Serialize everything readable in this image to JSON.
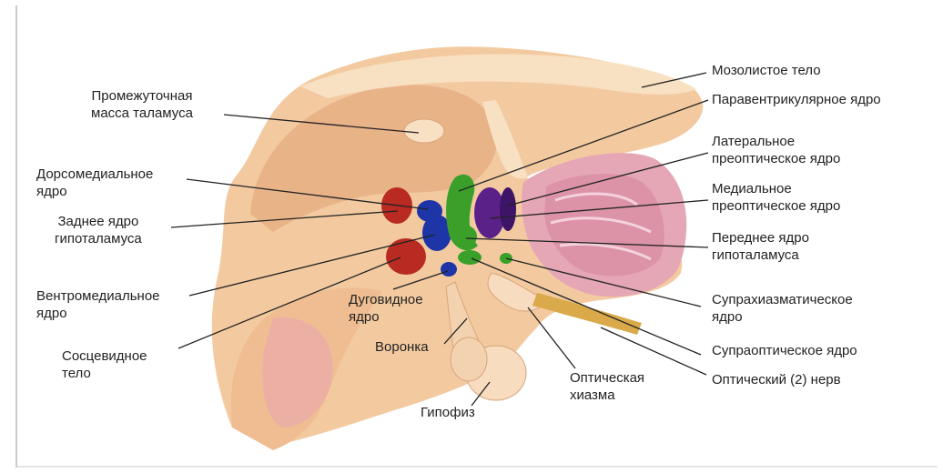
{
  "labels": {
    "interthalamic": [
      "Промежуточная",
      "масса таламуса"
    ],
    "dorsomedial": [
      "Дорсомедиальное",
      "ядро"
    ],
    "posterior": [
      "Заднее ядро",
      "гипоталамуса"
    ],
    "ventromedial": [
      "Вентромедиальное",
      "ядро"
    ],
    "mammillary": [
      "Сосцевидное",
      "тело"
    ],
    "arcuate": [
      "Дуговидное",
      "ядро"
    ],
    "infundibulum": [
      "Воронка"
    ],
    "pituitary": [
      "Гипофиз"
    ],
    "chiasm": [
      "Оптическая",
      "хиазма"
    ],
    "corpus_callosum": [
      "Мозолистое тело"
    ],
    "paraventricular": [
      "Паравентрикулярное ядро"
    ],
    "lateral_preoptic": [
      "Латеральное",
      "преоптическое ядро"
    ],
    "medial_preoptic": [
      "Медиальное",
      "преоптическое ядро"
    ],
    "anterior": [
      "Переднее ядро",
      "гипоталамуса"
    ],
    "suprachiasmatic": [
      "Супрахиазматическое",
      "ядро"
    ],
    "supraoptic": [
      "Супраоптическое ядро"
    ],
    "optic_nerve": [
      "Оптический (2) нерв"
    ]
  },
  "colors": {
    "tissue": "#f3caa0",
    "tissue_dark": "#e1a97e",
    "ventricle": "#f8e0c2",
    "pink": "#d98aa3",
    "red_nucleus": "#b82a22",
    "blue_nucleus": "#1e35a8",
    "green_nucleus": "#3aa02a",
    "purple_nucleus": "#5a2288",
    "optic_nerve": "#d9a94a",
    "leader": "#222222"
  }
}
